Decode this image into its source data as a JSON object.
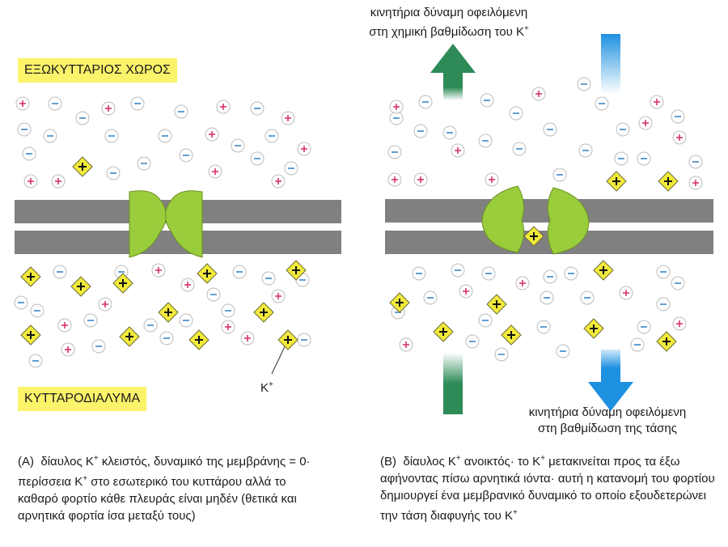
{
  "panel_a": {
    "outside_label": "ΕΞΩΚΥΤΤΑΡΙΟΣ ΧΩΡΟΣ",
    "inside_label": "ΚΥΤΤΑΡΟΔΙΑΛΥΜΑ",
    "k_label": "K",
    "k_sup": "+",
    "caption": {
      "prefix": "(A)",
      "part1": "δίαυλος K",
      "sup1": "+",
      "part2": " κλειστός, δυναμικό της μεμβράνης = 0· περίσσεια K",
      "sup2": "+",
      "part3": " στο εσωτερικό του κυττάρου αλλά το καθαρό φορτίο κάθε πλευράς είναι μηδέν (θετικά και αρνητικά φορτία ίσα μεταξύ τους)"
    }
  },
  "panel_b": {
    "top_arrow_label_line1": "κινητήρια δύναμη οφειλόμενη",
    "top_arrow_label_line2": "στη χημική βαθμίδωση του K",
    "top_arrow_sup": "+",
    "bottom_arrow_label_line1": "κινητήρια δύναμη οφειλόμενη",
    "bottom_arrow_label_line2": "στη βαθμίδωση της τάσης",
    "caption": {
      "prefix": "(B)",
      "part1": "δίαυλος K",
      "sup1": "+",
      "part2": " ανοικτός· το K",
      "sup2": "+",
      "part3": " μετακινείται προς τα έξω αφήνοντας πίσω αρνητικά ιόντα· αυτή η κατανομή του φορτίου δημιουργεί ένα μεμβρανικό δυναμικό το οποίο εξουδετερώνει την τάση διαφυγής του K",
      "sup3": "+"
    }
  },
  "colors": {
    "membrane": "#808080",
    "channel": "#9acd3c",
    "k_ion_fill": "#f2ea3a",
    "positive": "#d6336c",
    "negative": "#3a87c8",
    "green_arrow": "#2e8b57",
    "blue_arrow": "#1e90e0",
    "label_bg": "#fbf36a"
  }
}
